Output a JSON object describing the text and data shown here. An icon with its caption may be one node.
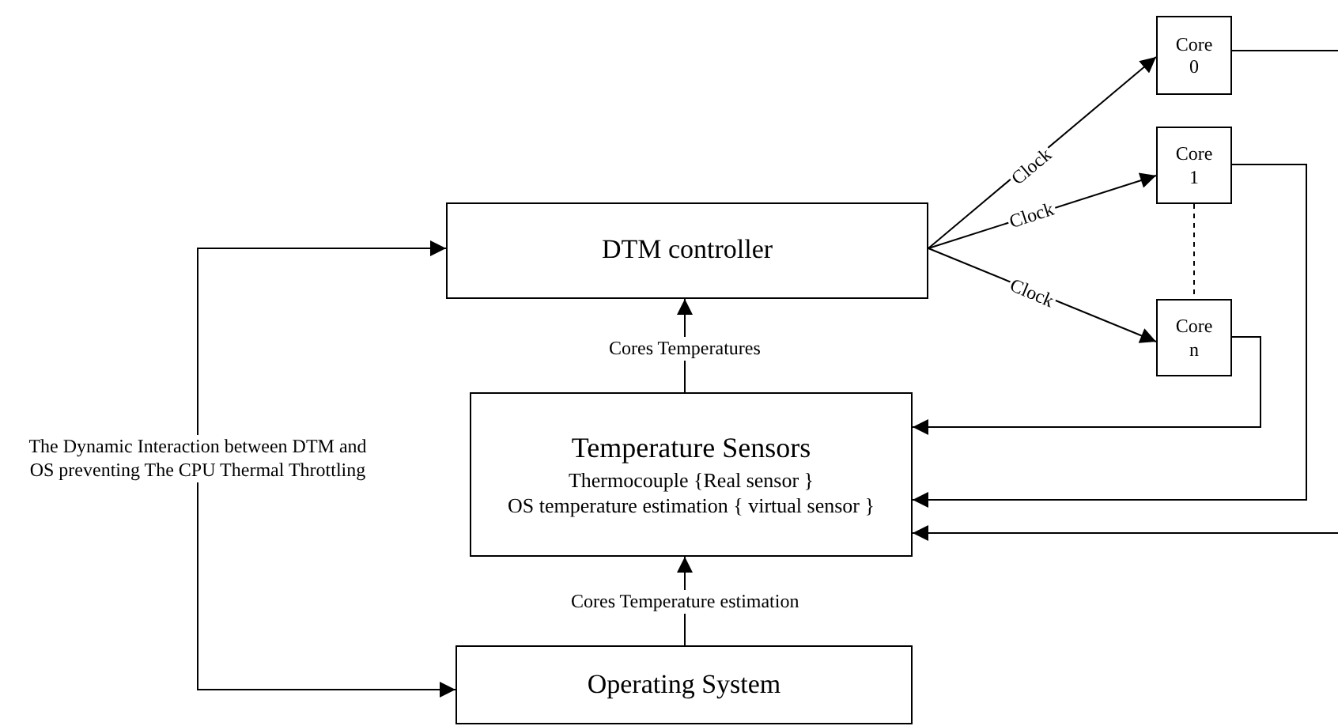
{
  "diagram": {
    "nodes": [
      {
        "text": [
          "DTM controller"
        ]
      },
      {
        "text": [
          "Core 0"
        ]
      },
      {
        "text": [
          "Core 1"
        ]
      },
      {
        "text": [
          "Core n"
        ]
      },
      {
        "text": [
          "Temperature Sensors",
          "Thermocouple {Real sensor }",
          "OS temperature estimation { virtual sensor }"
        ]
      },
      {
        "text": [
          "Operating System"
        ]
      }
    ],
    "edges": [
      {
        "from": 0,
        "to": 1,
        "arrow": "to",
        "label": "Clock"
      },
      {
        "from": 0,
        "to": 2,
        "arrow": "to",
        "label": "Clock"
      },
      {
        "from": 0,
        "to": 3,
        "arrow": "to",
        "label": "Clock"
      },
      {
        "from": 2,
        "to": 3,
        "arrow": "none",
        "style": "dashed"
      },
      {
        "from": 3,
        "to": 4,
        "arrow": "to"
      },
      {
        "from": 2,
        "to": 4,
        "arrow": "to"
      },
      {
        "from": 1,
        "to": null,
        "arrow": "none"
      },
      {
        "from": null,
        "to": 4,
        "arrow": "to"
      },
      {
        "from": 4,
        "to": 0,
        "arrow": "to",
        "label": "Cores Temperatures"
      },
      {
        "from": 5,
        "to": 4,
        "arrow": "to",
        "label": "Cores Temperature estimation"
      },
      {
        "from": 5,
        "to": 0,
        "arrow": "both",
        "label": "The Dynamic Interaction between DTM and OS preventing The CPU Thermal Throttling"
      }
    ]
  }
}
